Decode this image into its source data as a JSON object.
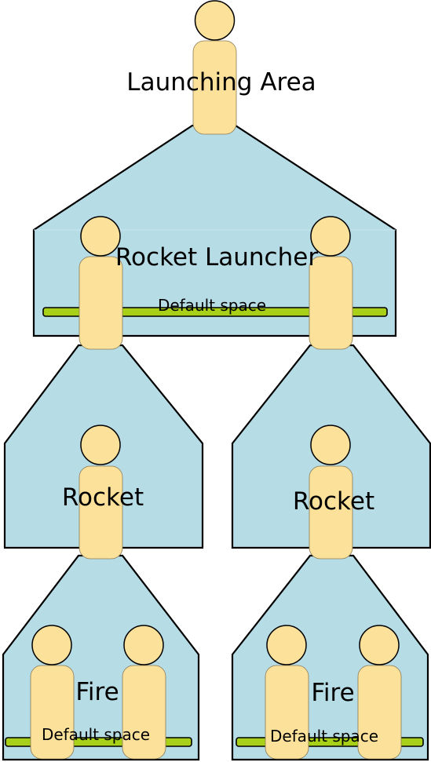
{
  "diagram": {
    "launching_area": {
      "label": "Launching Area"
    },
    "rocket_launcher": {
      "label": "Rocket Launcher",
      "space_label": "Default space"
    },
    "rocket_left": {
      "label": "Rocket"
    },
    "rocket_right": {
      "label": "Rocket"
    },
    "fire_left": {
      "label": "Fire",
      "space_label": "Default space"
    },
    "fire_right": {
      "label": "Fire",
      "space_label": "Default space"
    }
  },
  "colors": {
    "zone_fill": "#b6dce6",
    "figure_fill": "#fce19a",
    "space_bar": "#a8d018",
    "outline": "#000000"
  },
  "icons": [
    "person-icon"
  ]
}
